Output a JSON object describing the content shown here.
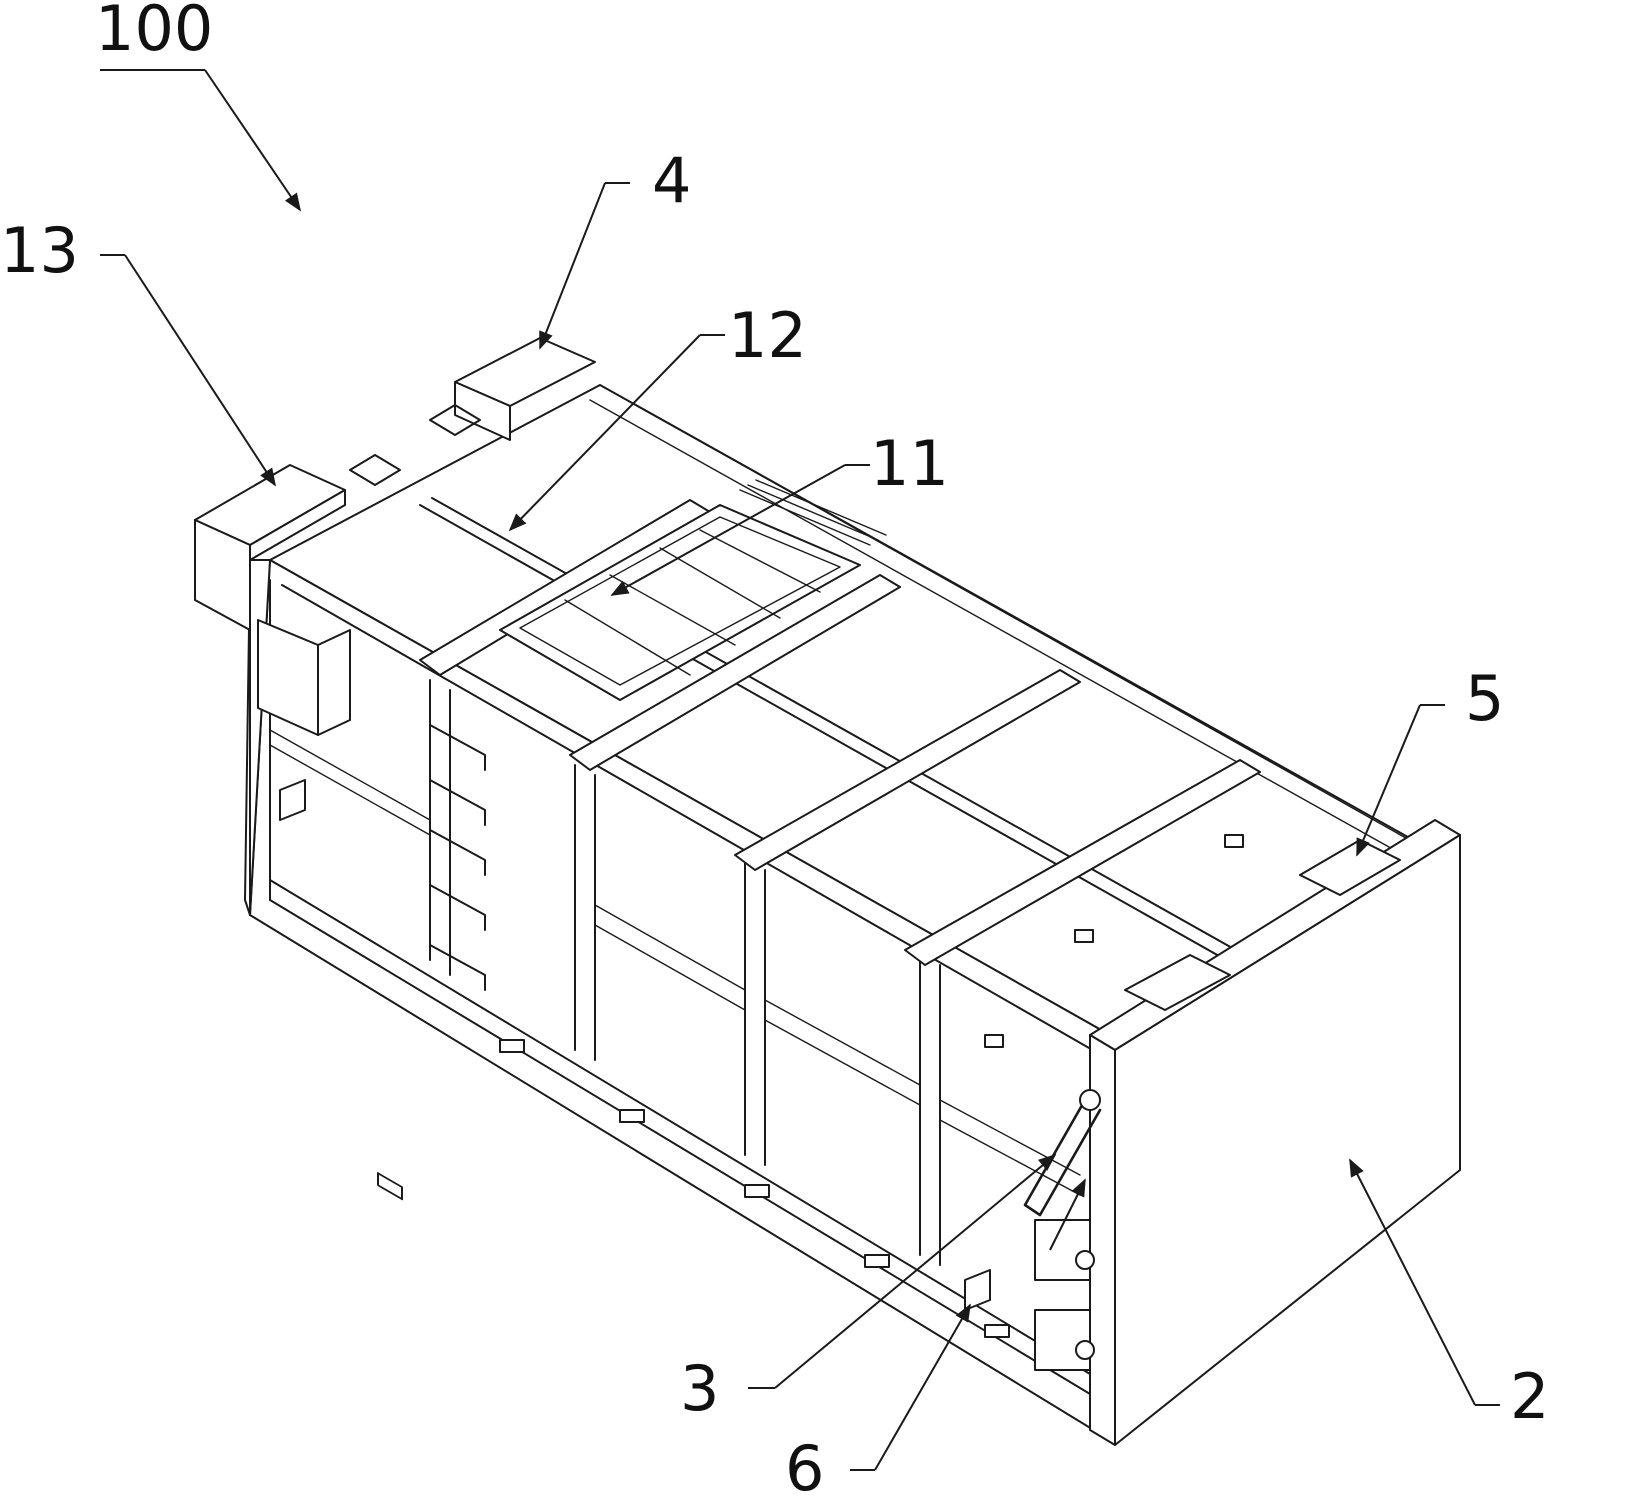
{
  "figure": {
    "labels": {
      "assembly": "100",
      "motor_box_left": "13",
      "motor_box_top": "4",
      "rail": "12",
      "top_frame": "11",
      "door_latch": "5",
      "lever_arm": "3",
      "rear_door": "2",
      "lock_handle": "6"
    }
  }
}
